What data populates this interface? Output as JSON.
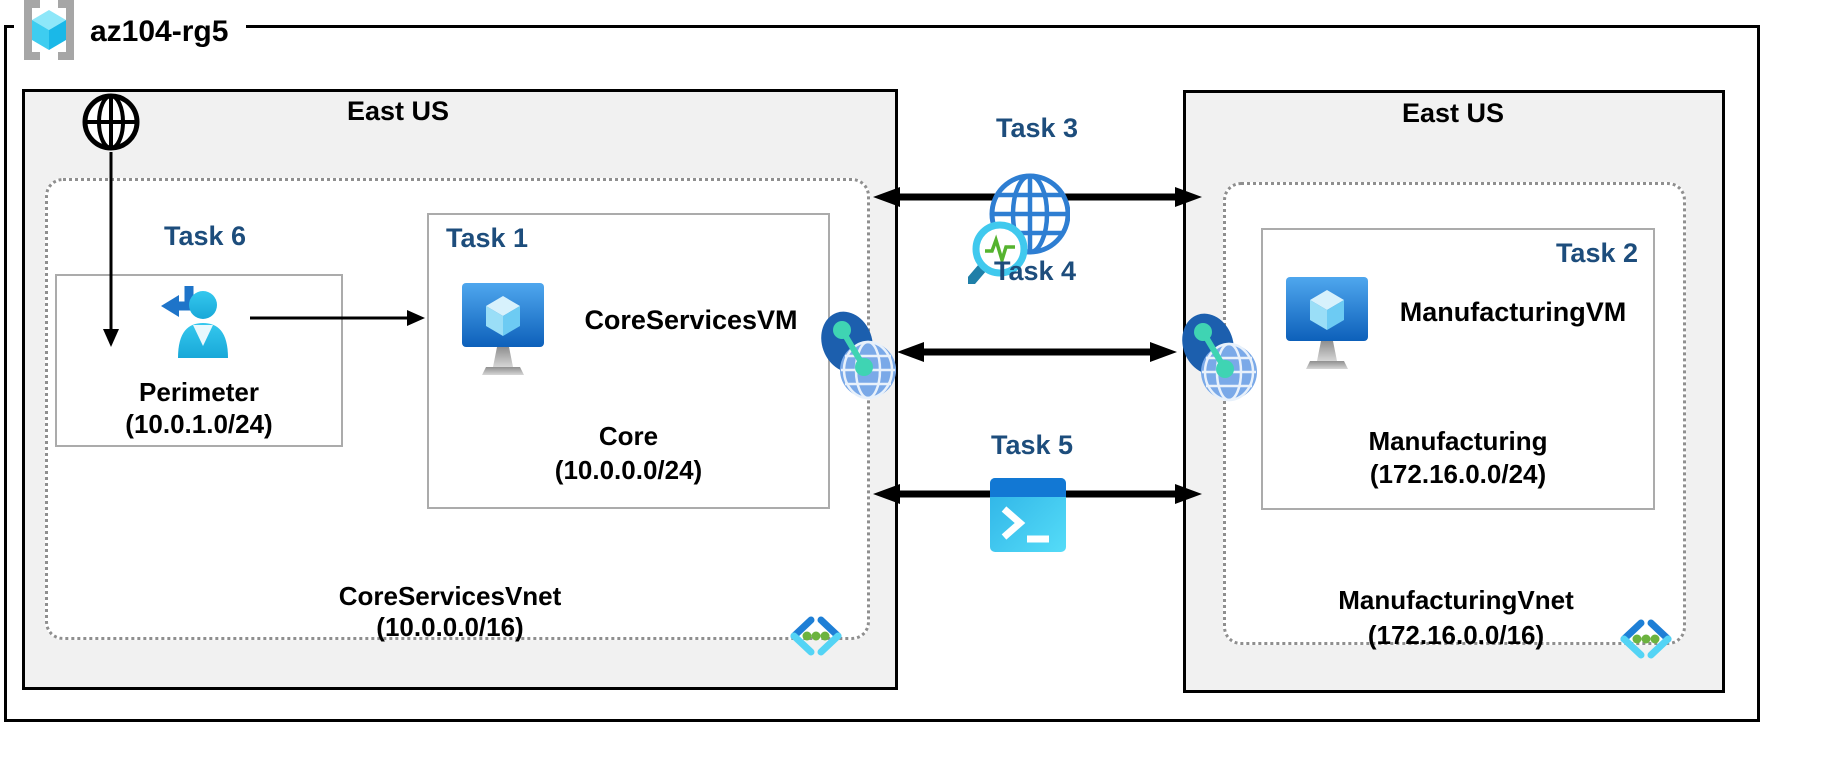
{
  "resource_group": {
    "label": "az104-rg5"
  },
  "regions": {
    "left": {
      "title": "East US",
      "vnet": {
        "name": "CoreServicesVnet",
        "cidr": "(10.0.0.0/16)"
      },
      "subnets": {
        "perimeter": {
          "task": "Task 6",
          "name": "Perimeter",
          "cidr": "(10.0.1.0/24)"
        },
        "core": {
          "task": "Task 1",
          "vm_name": "CoreServicesVM",
          "name": "Core",
          "cidr": "(10.0.0.0/24)"
        }
      }
    },
    "right": {
      "title": "East US",
      "vnet": {
        "name": "ManufacturingVnet",
        "cidr": "(172.16.0.0/16)"
      },
      "subnets": {
        "manufacturing": {
          "task": "Task 2",
          "vm_name": "ManufacturingVM",
          "name": "Manufacturing",
          "cidr": "(172.16.0.0/24)"
        }
      }
    }
  },
  "connections": {
    "task3": {
      "label": "Task 3"
    },
    "task4": {
      "label": "Task 4"
    },
    "task5": {
      "label": "Task 5"
    }
  },
  "colors": {
    "task_label": "#1d4d7c",
    "region_background": "#f1f1f1",
    "subnet_border": "#ababab",
    "vnet_dotted_border": "#8f8f8f",
    "arrow": "#000000"
  }
}
